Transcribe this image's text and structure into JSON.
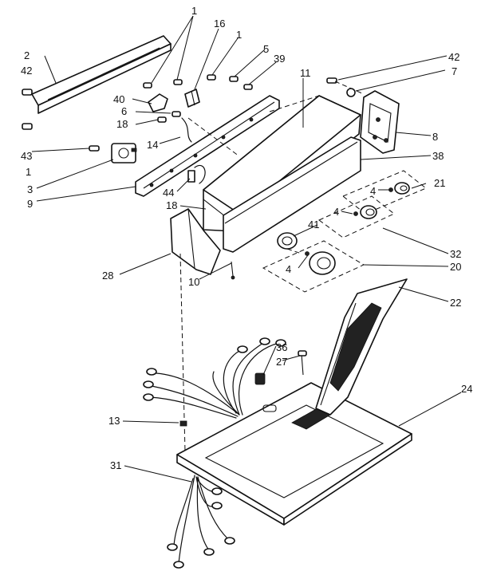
{
  "diagram": {
    "callouts": {
      "c1a": "1",
      "c1b": "1",
      "c1c": "1",
      "c16": "16",
      "c5": "5",
      "c39": "39",
      "c42a": "42",
      "c42b": "42",
      "c7": "7",
      "c2": "2",
      "c11": "11",
      "c40": "40",
      "c6": "6",
      "c18a": "18",
      "c18b": "18",
      "c14": "14",
      "c43": "43",
      "c8": "8",
      "c38": "38",
      "c3": "3",
      "c9": "9",
      "c44": "44",
      "c21": "21",
      "c4a": "4",
      "c4b": "4",
      "c4c": "4",
      "c41": "41",
      "c32": "32",
      "c28": "28",
      "c20": "20",
      "c10": "10",
      "c22": "22",
      "c36": "36",
      "c27": "27",
      "c24": "24",
      "c13": "13",
      "c31": "31"
    }
  }
}
